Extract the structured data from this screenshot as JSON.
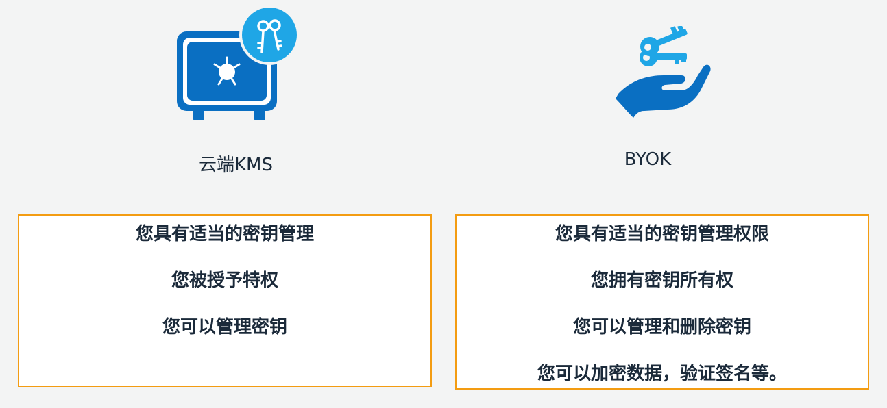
{
  "columns": [
    {
      "icon": "safe-with-keys-icon",
      "title": "云端KMS",
      "items": [
        "您具有适当的密钥管理",
        "您被授予特权",
        "您可以管理密钥"
      ]
    },
    {
      "icon": "hand-holding-keys-icon",
      "title": "BYOK",
      "items": [
        "您具有适当的密钥管理权限",
        "您拥有密钥所有权",
        "您可以管理和删除密钥",
        "您可以加密数据，验证签名等。"
      ]
    }
  ],
  "colors": {
    "background": "#f3f4f4",
    "primary_blue": "#0a6fc2",
    "accent_blue": "#1fa6e6",
    "panel_border": "#f39c12",
    "text": "#1b2a3a"
  }
}
